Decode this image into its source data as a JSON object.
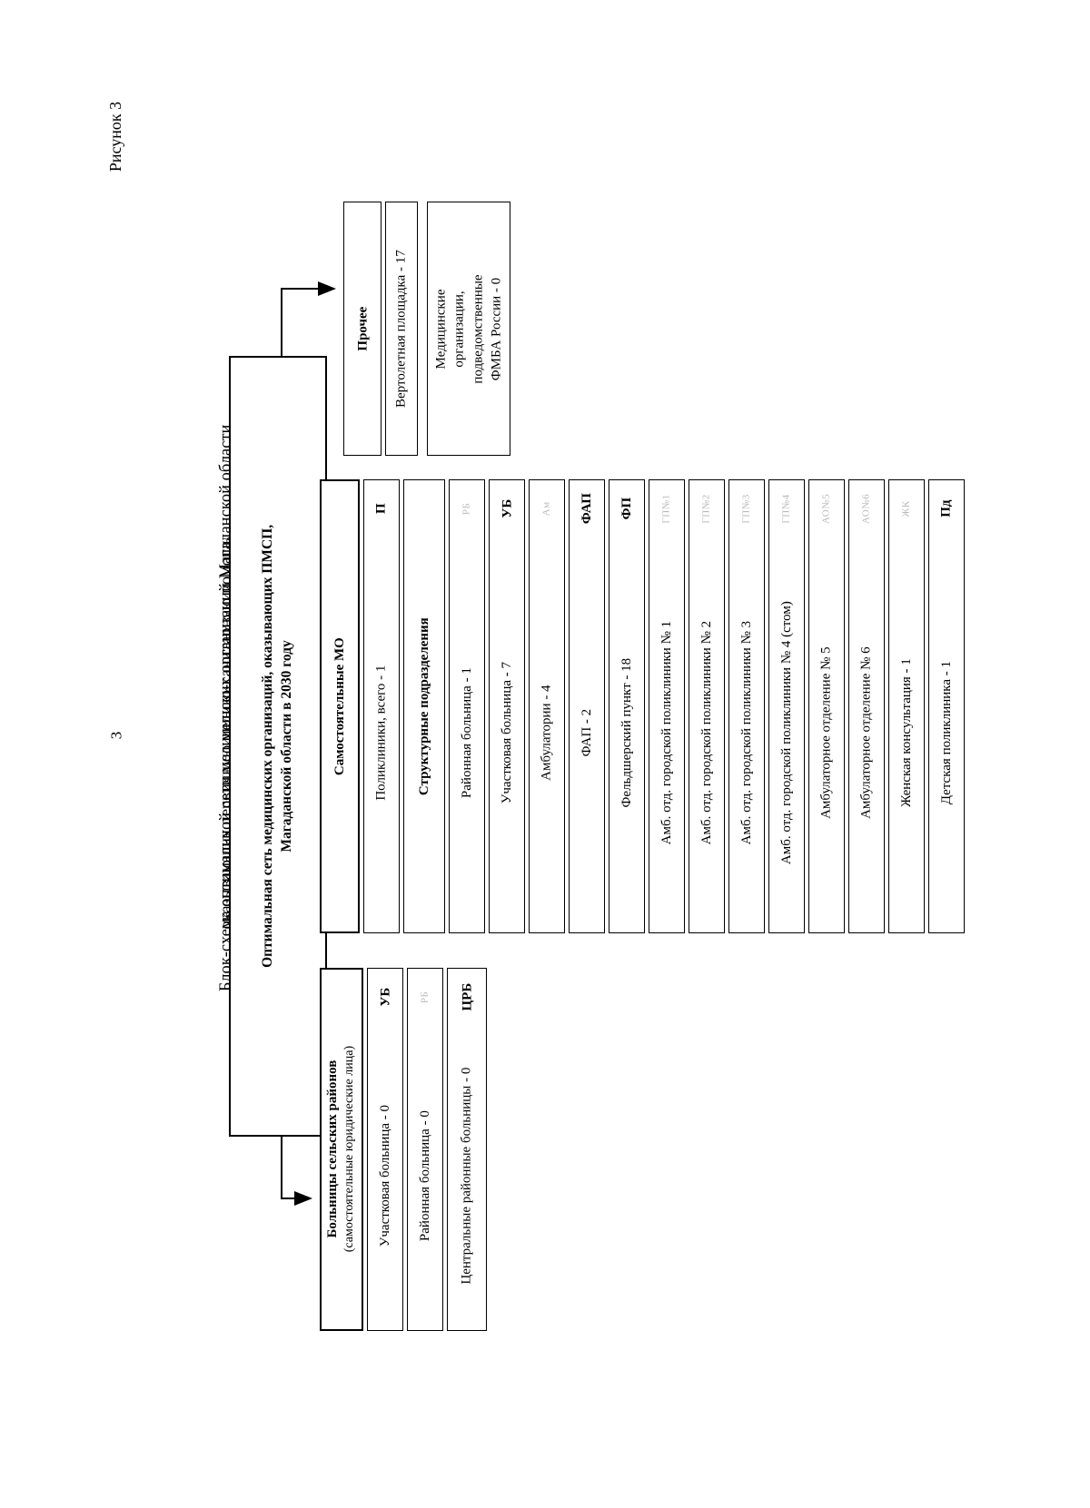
{
  "document": {
    "page_number": "3",
    "figure_caption": "Рисунок 3",
    "title_line_1": "Блок-схема оптимальной сети медицинских организаций Магаданской области,",
    "title_line_2": "оказывающих первичную медико-санитарную помощь"
  },
  "central_box": {
    "line_1": "Оптимальная сеть медицинских организаций, оказывающих ПМСП,",
    "line_2": "Магаданской области в 2030 году"
  },
  "other_group": {
    "header": "Прочее",
    "items": [
      {
        "label": "Вертолетная площадка - 17",
        "code": ""
      },
      {
        "label": "Медицинские организации, подведомственные ФМБА России - 0",
        "code": ""
      }
    ]
  },
  "independent_mo": {
    "header": "Самостоятельные МО",
    "items": [
      {
        "label": "Поликлиники, всего - 1",
        "code": "П",
        "faint": false
      }
    ]
  },
  "structural_units": {
    "header": "Структурные подразделения",
    "items": [
      {
        "label": "Районная больница - 1",
        "code": "РБ",
        "faint": true
      },
      {
        "label": "Участковая больница - 7",
        "code": "УБ",
        "faint": false
      },
      {
        "label": "Амбулатории - 4",
        "code": "Ам",
        "faint": true
      },
      {
        "label": "ФАП - 2",
        "code": "ФАП",
        "faint": false
      },
      {
        "label": "Фельдшерский пункт - 18",
        "code": "ФП",
        "faint": false
      },
      {
        "label": "Амб. отд. городской поликлиники № 1",
        "code": "ГП№1",
        "faint": true
      },
      {
        "label": "Амб. отд. городской поликлиники № 2",
        "code": "ГП№2",
        "faint": true
      },
      {
        "label": "Амб. отд. городской поликлиники № 3",
        "code": "ГП№3",
        "faint": true
      },
      {
        "label": "Амб. отд. городской поликлиники № 4 (стом)",
        "code": "ГП№4",
        "faint": true
      },
      {
        "label": "Амбулаторное отделение № 5",
        "code": "АО№5",
        "faint": true
      },
      {
        "label": "Амбулаторное отделение № 6",
        "code": "АО№6",
        "faint": true
      },
      {
        "label": "Женская консультация - 1",
        "code": "ЖК",
        "faint": true
      },
      {
        "label": "Детская поликлиника - 1",
        "code": "Пд",
        "faint": false
      }
    ]
  },
  "rural_hospitals": {
    "header_line_1": "Больницы сельских районов",
    "header_line_2": "(самостоятельные юридические лица)",
    "items": [
      {
        "label": "Участковая больница - 0",
        "code": "УБ",
        "faint": false
      },
      {
        "label": "Районная больница - 0",
        "code": "РБ",
        "faint": true
      },
      {
        "label": "Центральные районные больницы - 0",
        "code": "ЦРБ",
        "faint": false
      }
    ]
  },
  "colors": {
    "ink": "#000000",
    "paper": "#ffffff",
    "faint_ink": "#b9b9b9"
  }
}
